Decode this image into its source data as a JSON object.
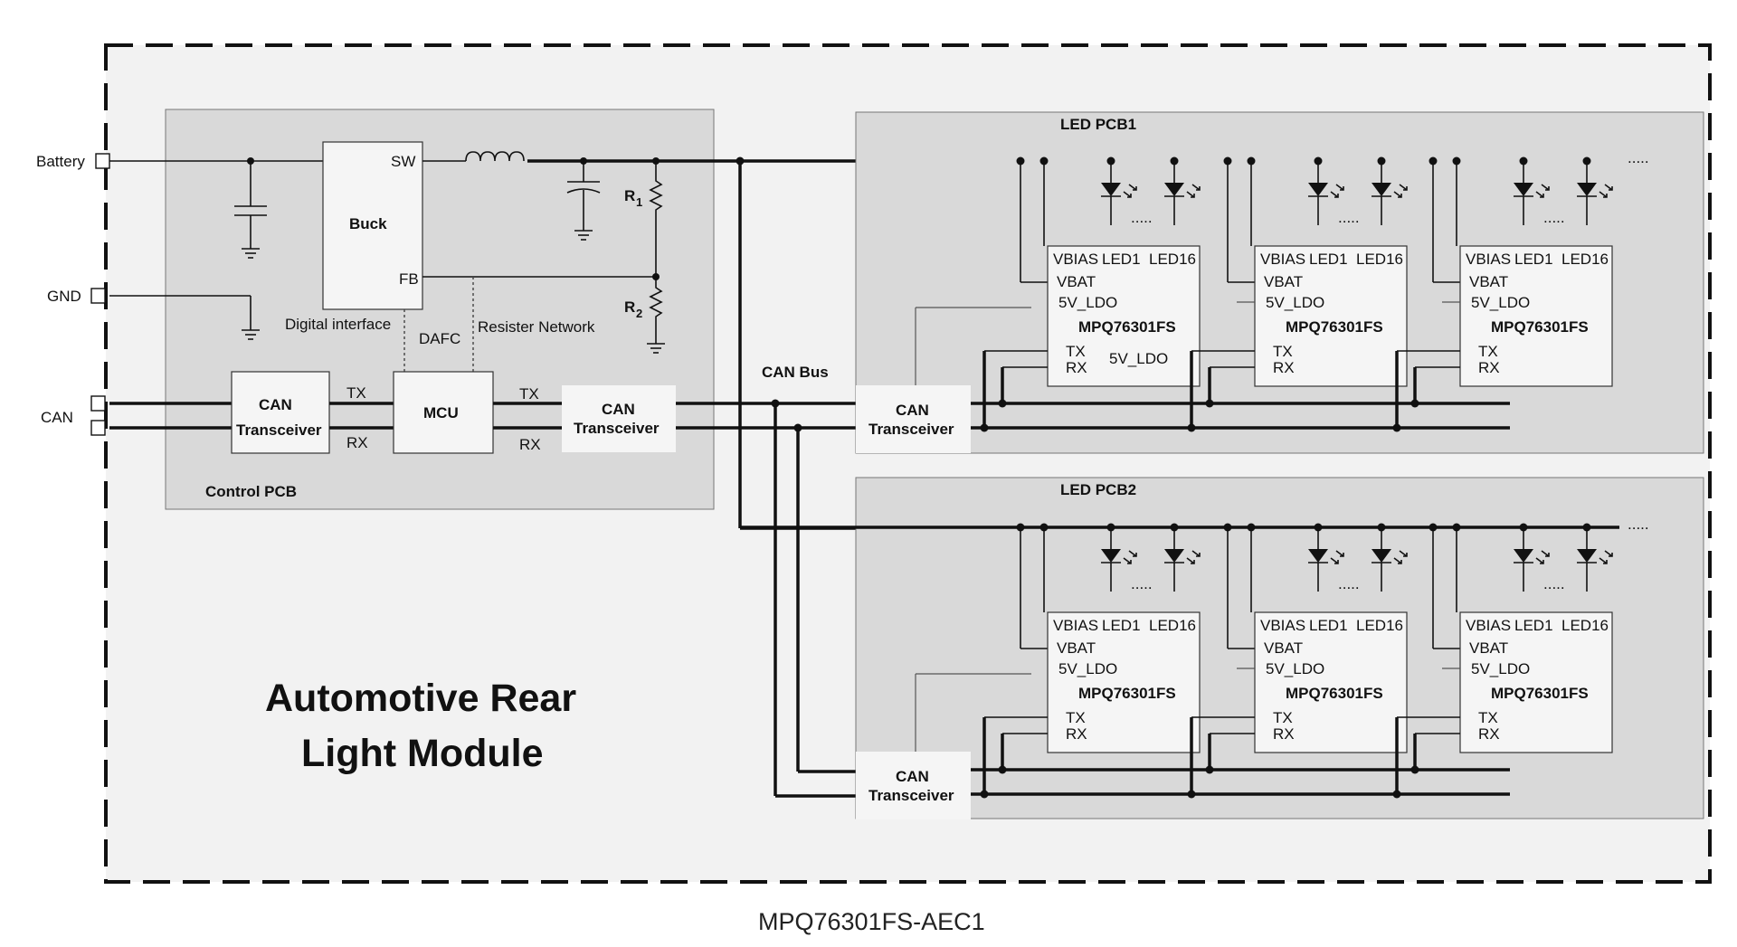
{
  "ports": {
    "battery": "Battery",
    "gnd": "GND",
    "can": "CAN"
  },
  "control": {
    "title": "Control PCB",
    "buck": "Buck",
    "sw": "SW",
    "fb": "FB",
    "r1": "R",
    "r1_sub": "1",
    "r2": "R",
    "r2_sub": "2",
    "digital": "Digital interface",
    "dafc": "DAFC",
    "resister": "Resister Network",
    "can_tx_l1": "CAN",
    "can_tx_l2": "Transceiver",
    "mcu": "MCU",
    "tx": "TX",
    "rx": "RX"
  },
  "can_bus": "CAN Bus",
  "led_pcb1": {
    "title": "LED PCB1"
  },
  "led_pcb2": {
    "title": "LED PCB2"
  },
  "transceiver": {
    "l1": "CAN",
    "l2": "Transceiver"
  },
  "chip": {
    "vbias": "VBIAS",
    "led1": "LED1",
    "led16": "LED16",
    "vbat": "VBAT",
    "ldo": "5V_LDO",
    "name": "MPQ76301FS",
    "tx": "TX",
    "rx": "RX"
  },
  "ellipsis": ".....",
  "title_l1": "Automotive Rear",
  "title_l2": "Light Module",
  "caption": "MPQ76301FS-AEC1",
  "colors": {
    "outer_bg": "#f2f2f2",
    "pcb_bg": "#d9d9d9",
    "box_bg": "#f5f5f5",
    "line": "#111111"
  }
}
